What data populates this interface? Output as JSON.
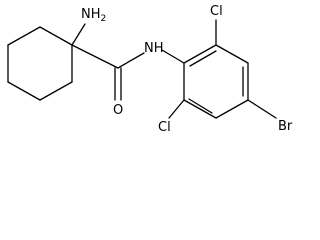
{
  "molecule": {
    "line_color": "#000000",
    "background": "#ffffff",
    "labels": {
      "amine": {
        "main": "NH",
        "sub": "2"
      },
      "amide_n": "NH",
      "carbonyl_o": "O",
      "chloro_top": "Cl",
      "chloro_bottom": "Cl",
      "bromo": "Br"
    }
  }
}
